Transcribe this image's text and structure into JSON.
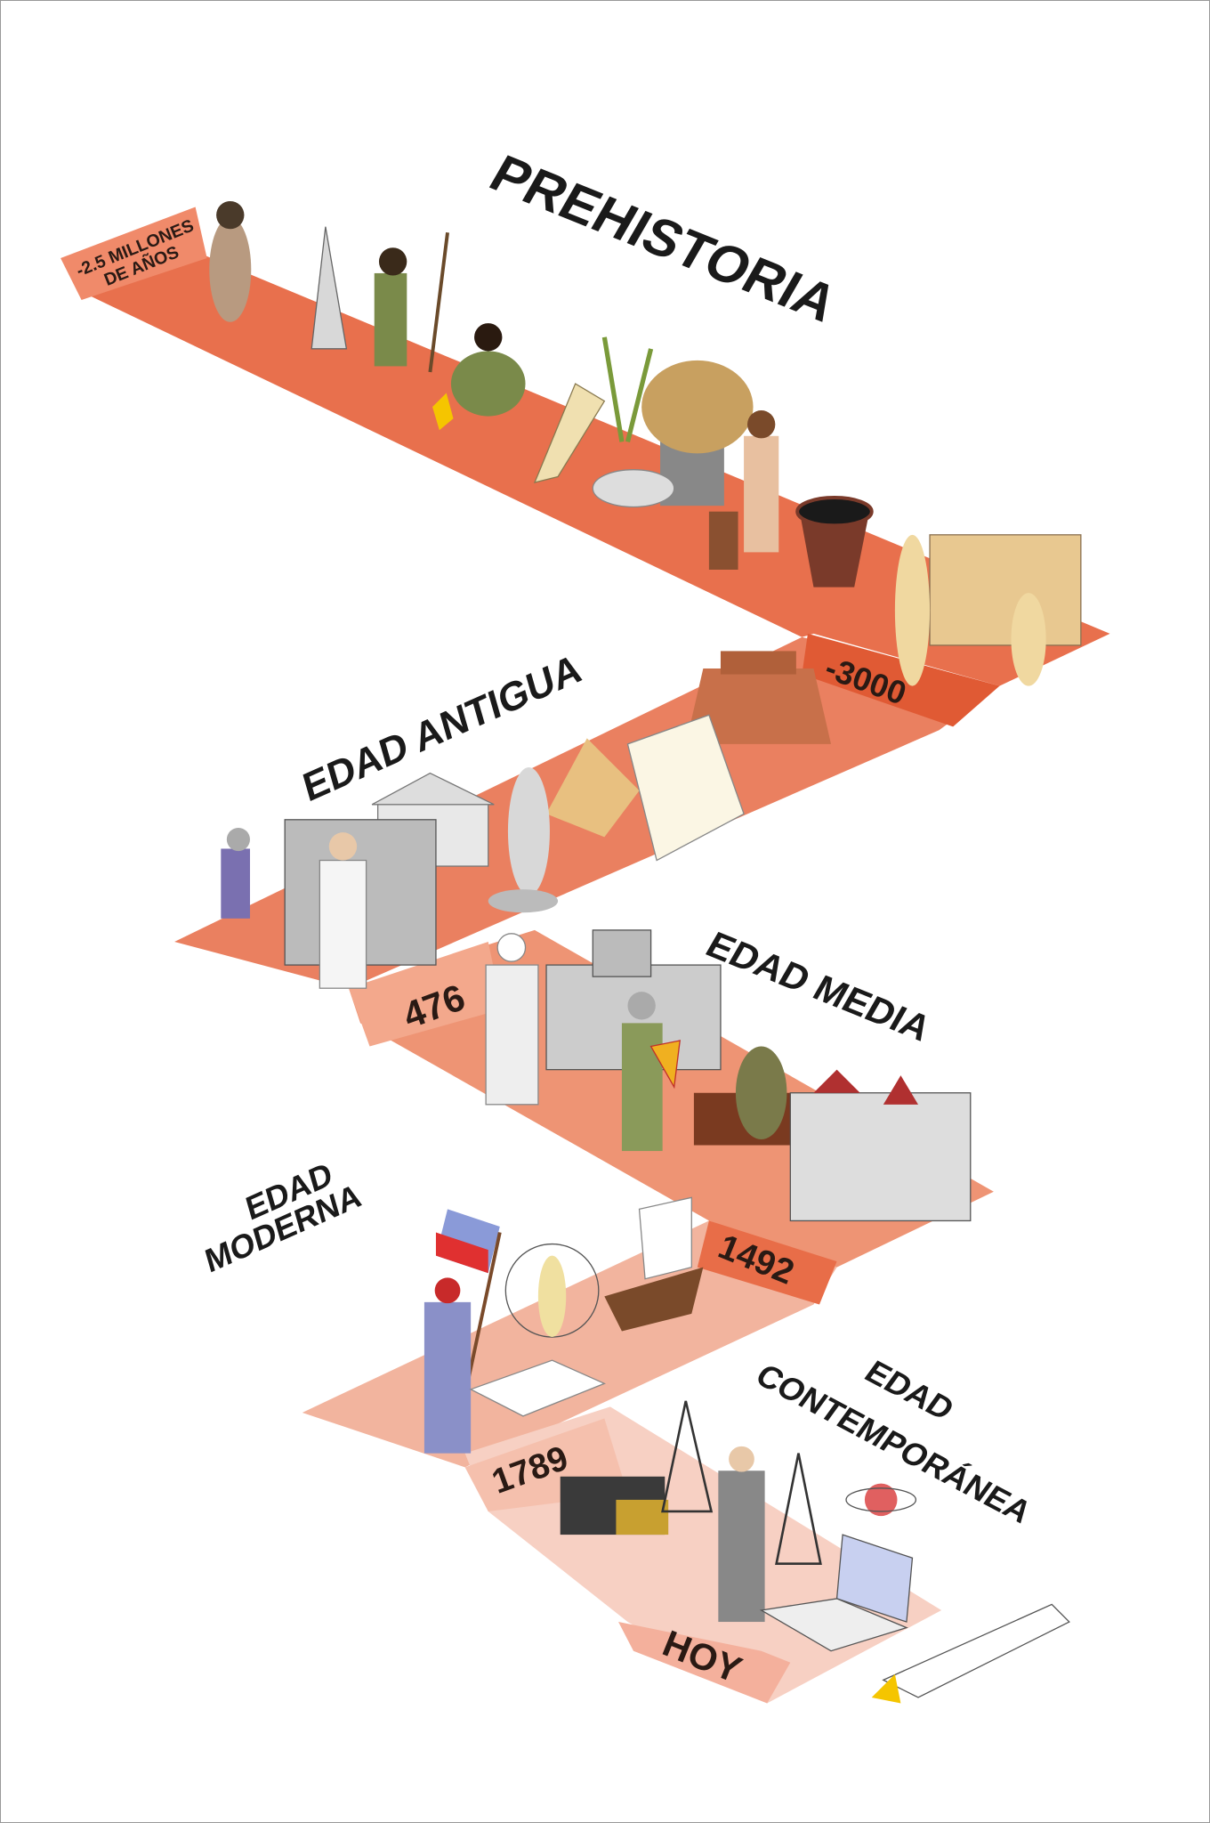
{
  "eras": [
    {
      "name": "PREHISTORIA",
      "color": "#e8704d"
    },
    {
      "name": "EDAD ANTIGUA",
      "color": "#ea8060"
    },
    {
      "name": "EDAD MEDIA",
      "color": "#ee9474"
    },
    {
      "name_line1": "EDAD",
      "name_line2": "MODERNA",
      "color": "#f2b49e"
    },
    {
      "name_line1": "EDAD",
      "name_line2": "CONTEMPORÁNEA",
      "color": "#f7d0c3"
    }
  ],
  "dates": {
    "start_line1": "-2.5 MILLONES",
    "start_line2": "DE AÑOS",
    "d1": "-3000",
    "d2": "476",
    "d3": "1492",
    "d4": "1789",
    "end": "HOY"
  },
  "band_colors": {
    "b0": "#f08a6a",
    "b1": "#e05a34",
    "b2": "#f3a88c",
    "b3": "#e86d48",
    "b4": "#f5c0ad",
    "b5": "#f4b09c"
  }
}
